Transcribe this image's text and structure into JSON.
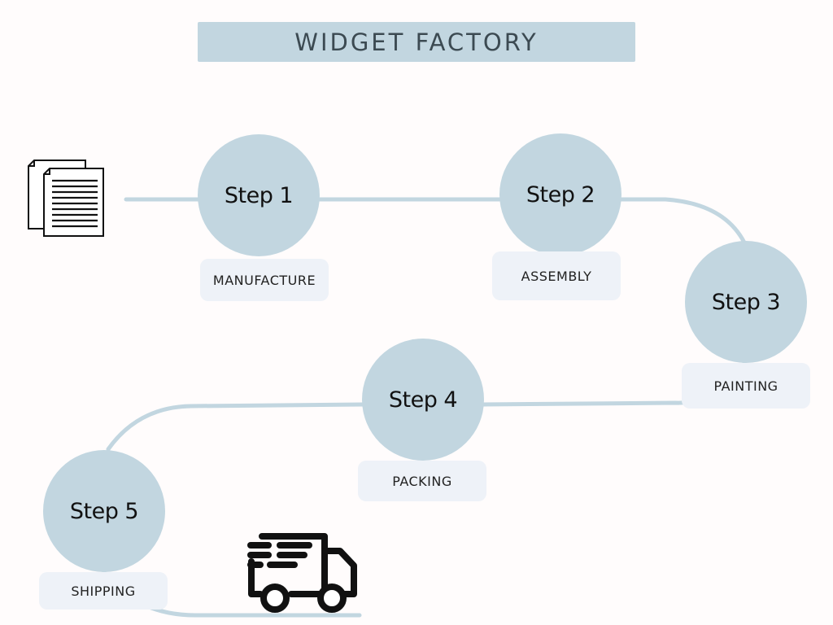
{
  "title": "WIDGET FACTORY",
  "steps": [
    {
      "label": "Step 1",
      "stage": "MANUFACTURE"
    },
    {
      "label": "Step 2",
      "stage": "ASSEMBLY"
    },
    {
      "label": "Step 3",
      "stage": "PAINTING"
    },
    {
      "label": "Step 4",
      "stage": "PACKING"
    },
    {
      "label": "Step 5",
      "stage": "SHIPPING"
    }
  ],
  "icons": {
    "start": "documents-icon",
    "end": "delivery-truck-icon"
  },
  "colors": {
    "node": "#c2d6e0",
    "connector": "#c2d6e0",
    "pill": "#eef2f8",
    "title_text": "#3c4a52"
  }
}
